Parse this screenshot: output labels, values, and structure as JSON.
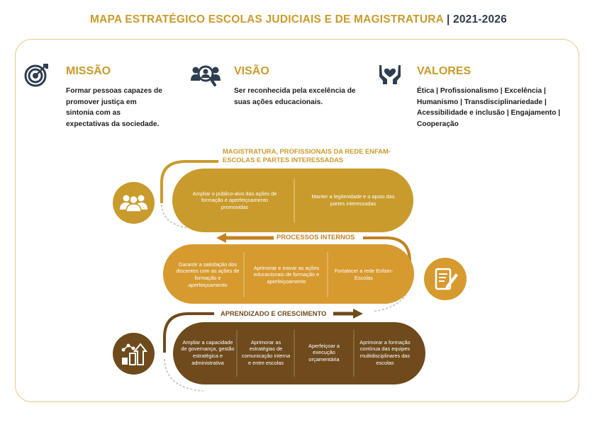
{
  "title": {
    "main": "MAPA ESTRATÉGICO ESCOLAS  JUDICIAIS E DE MAGISTRATURA",
    "separator": "|",
    "year": "2021-2026"
  },
  "colors": {
    "gold": "#c89b2c",
    "orange": "#d69a2f",
    "brown": "#6e4a1c",
    "navy": "#2e3d4f"
  },
  "mission": {
    "icon": "target-icon",
    "heading": "MISSÃO",
    "text": "Formar pessoas capazes de promover justiça em sintonia com as expectativas da sociedade."
  },
  "vision": {
    "icon": "people-search-icon",
    "heading": "VISÃO",
    "text": "Ser reconhecida pela excelência de suas ações educacionais."
  },
  "values": {
    "icon": "hands-heart-icon",
    "heading": "VALORES",
    "text": "Ética | Profissionalismo | Excelência | Humanismo |  Transdisciplinariedade | Acessibilidade e inclusão | Engajamento | Cooperação"
  },
  "perspectives": [
    {
      "label": "MAGISTRATURA, PROFISSIONAIS DA REDE ENFAM-ESCOLAS E PARTES INTERESSADAS",
      "icon": "group-icon",
      "color": "#c89b2c",
      "objectives": [
        "Ampliar o público-alvo das ações de formação e aperfeiçoamento promovidas",
        "Manter a legitimidade e o apoio das partes interessadas"
      ]
    },
    {
      "label": "PROCESSOS INTERNOS",
      "icon": "document-pen-icon",
      "color": "#d69a2f",
      "objectives": [
        "Garantir a satisfação dos discentes com as ações de formação e aperfeiçoamento",
        "Aprimorar e inovar as ações educacionais de formação e aperfeiçoamento",
        "Fortalecer a rede Enfam-Escolas"
      ]
    },
    {
      "label": "APRENDIZADO E CRESCIMENTO",
      "icon": "growth-chart-icon",
      "color": "#6e4a1c",
      "objectives": [
        "Ampliar a capacidade de governança, gestão estratégica e administrativa",
        "Aprimorar as estratégias de comunicação interna e entre escolas",
        "Aperfeiçoar a execução orçamentária",
        "Aprimorar a formação contínua das equipes multidisciplinares das escolas"
      ]
    }
  ]
}
